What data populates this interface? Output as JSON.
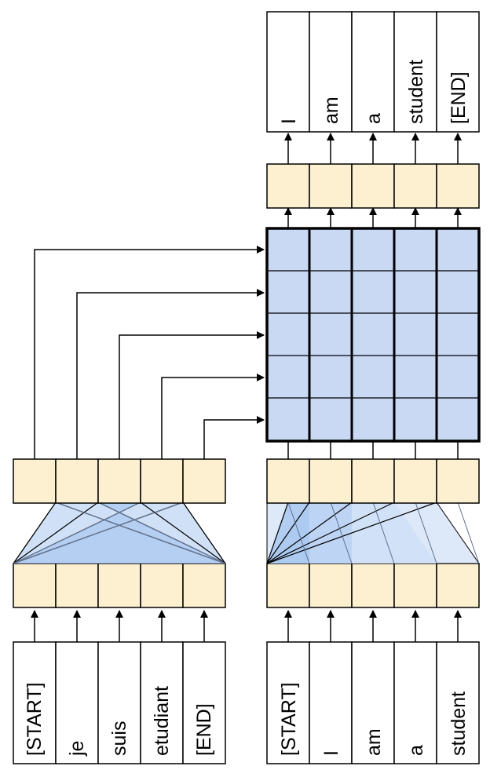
{
  "encoder": {
    "input_tokens": [
      "[START]",
      "je",
      "suis",
      "etudiant",
      "[END]"
    ]
  },
  "decoder": {
    "input_tokens": [
      "[START]",
      "I",
      "am",
      "a",
      "student"
    ],
    "output_tokens": [
      "I",
      "am",
      "a",
      "student",
      "[END]"
    ]
  },
  "colors": {
    "embedding_fill": "#fdf0d1",
    "attention_grid_fill": "#c9d9f4",
    "fan_fill": "#cfe0f7",
    "fan_base_fill": "#a9c8f0",
    "stroke": "#000000"
  }
}
